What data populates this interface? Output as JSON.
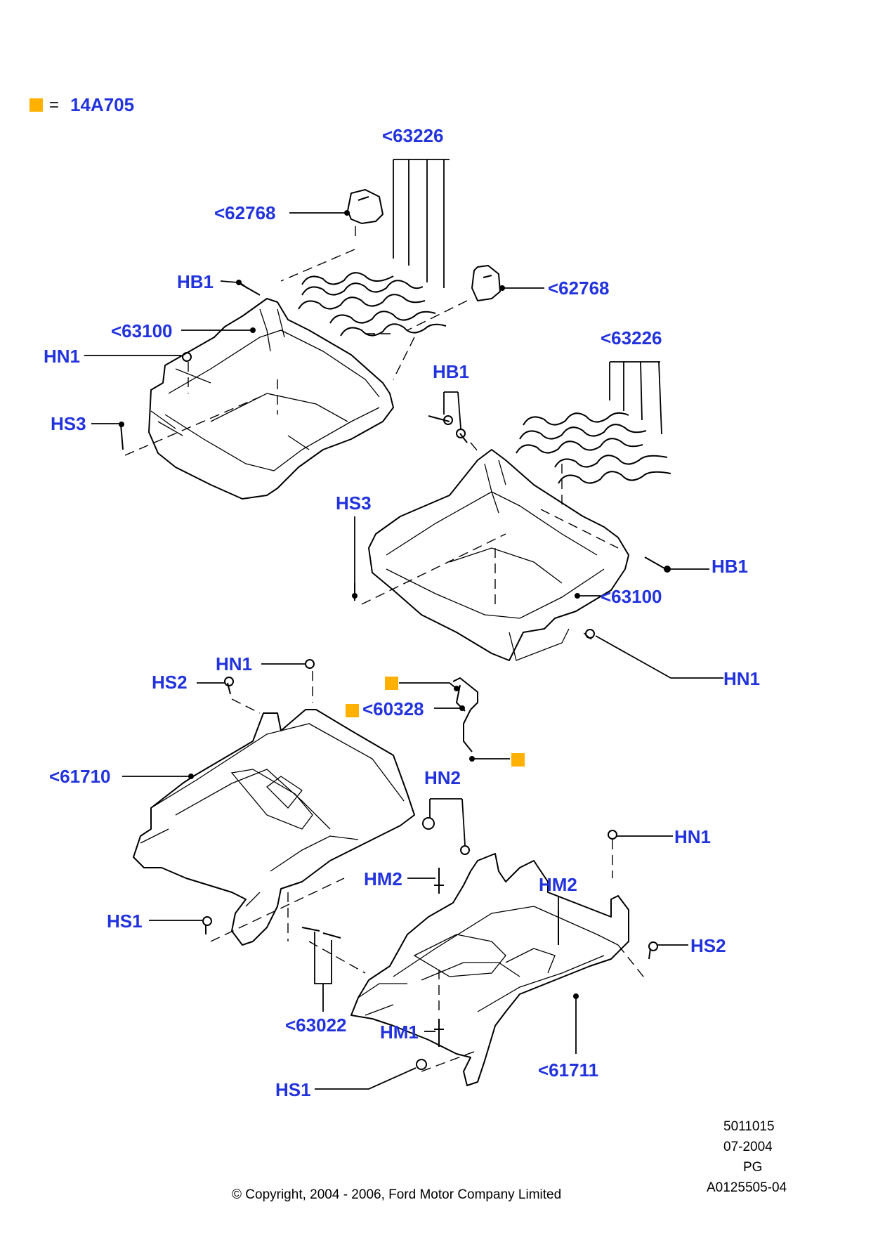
{
  "colors": {
    "label": "#2233dd",
    "marker": "#ffb000",
    "line": "#000000"
  },
  "legend": {
    "equals": "=",
    "code": "14A705"
  },
  "callouts": {
    "c63226_top": "<63226",
    "c62768_left": "<62768",
    "c62768_right": "<62768",
    "hb1_left": "HB1",
    "c63100_left": "<63100",
    "hn1_upper": "HN1",
    "hs3_left": "HS3",
    "hb1_mid": "HB1",
    "c63226_right": "<63226",
    "hs3_mid": "HS3",
    "hb1_right": "HB1",
    "c63100_right": "<63100",
    "hn1_right_upper": "HN1",
    "hn1_track_top": "HN1",
    "hs2_left": "HS2",
    "c60328": "<60328",
    "c61710": "<61710",
    "hn2": "HN2",
    "hn1_track_right": "HN1",
    "hm2_left": "HM2",
    "hm2_right": "HM2",
    "hs2_right": "HS2",
    "hs1_left": "HS1",
    "c63022": "<63022",
    "hm1": "HM1",
    "c61711": "<61711",
    "hs1_bottom": "HS1"
  },
  "footer": {
    "ref1": "5011015",
    "ref2": "07-2004",
    "ref3": "PG",
    "ref4": "A0125505-04",
    "copyright": "© Copyright, 2004 - 2006, Ford Motor Company Limited"
  }
}
